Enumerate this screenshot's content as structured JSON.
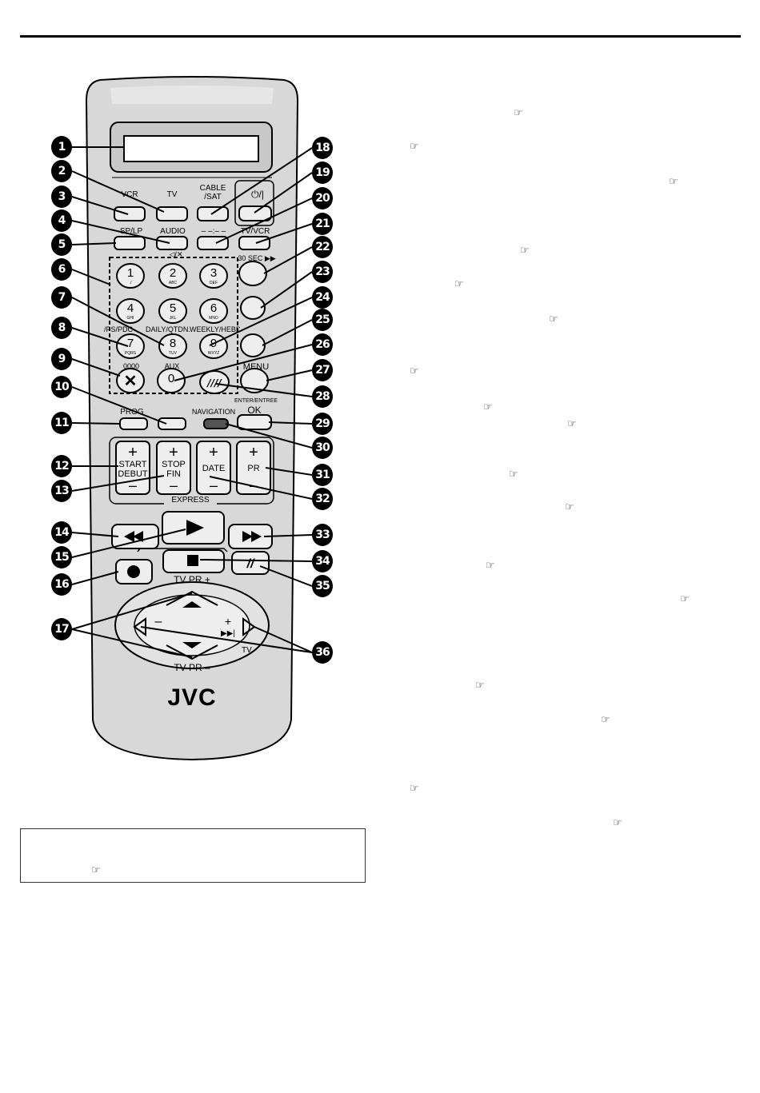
{
  "remote": {
    "brand": "JVC",
    "source_buttons": [
      "VCR",
      "TV",
      "CABLE /SAT"
    ],
    "power_label": "⏻/|",
    "sp_label": "SP/LP",
    "audio_label": "AUDIO",
    "audio_sub": "◁/✕",
    "tvvcr_label": "TV/VCR",
    "dash_label": "– –:– –",
    "thirty_sec": "30 SEC ▶▶",
    "numbers": [
      {
        "n": "1",
        "s": "./"
      },
      {
        "n": "2",
        "s": "ABC"
      },
      {
        "n": "3",
        "s": "DEF"
      },
      {
        "n": "4",
        "s": "GHI"
      },
      {
        "n": "5",
        "s": "JKL"
      },
      {
        "n": "6",
        "s": "MNO"
      },
      {
        "n": "7",
        "s": "PQRS"
      },
      {
        "n": "8",
        "s": "TUV"
      },
      {
        "n": "9",
        "s": "WXYZ"
      }
    ],
    "row3_labels": [
      "/PS/PDC",
      "DAILY/QTDN.",
      "WEEKLY/HEBDO"
    ],
    "cancel_label": "0000",
    "aux_label": "AUX",
    "zero": "0",
    "menu_label": "MENU",
    "enter_label": "ENTER/ENTREE",
    "ok_label": "OK",
    "prog_label": "PROG",
    "navigation_label": "NAVIGATION",
    "start_label": "START DEBUT",
    "stop_label": "STOP FIN",
    "date_label": "DATE",
    "pr_label": "PR",
    "express_label": "EXPRESS",
    "tvpr_top": "TV PR +",
    "tvpr_bottom": "TV PR –",
    "tv_label": "TV"
  },
  "callouts": [
    "1",
    "2",
    "3",
    "4",
    "5",
    "6",
    "7",
    "8",
    "9",
    "10",
    "11",
    "12",
    "13",
    "14",
    "15",
    "16",
    "17",
    "18",
    "19",
    "20",
    "21",
    "22",
    "23",
    "24",
    "25",
    "26",
    "27",
    "28",
    "29",
    "30",
    "31",
    "32",
    "33",
    "34",
    "35",
    "36"
  ],
  "pointer_glyph": "☞"
}
